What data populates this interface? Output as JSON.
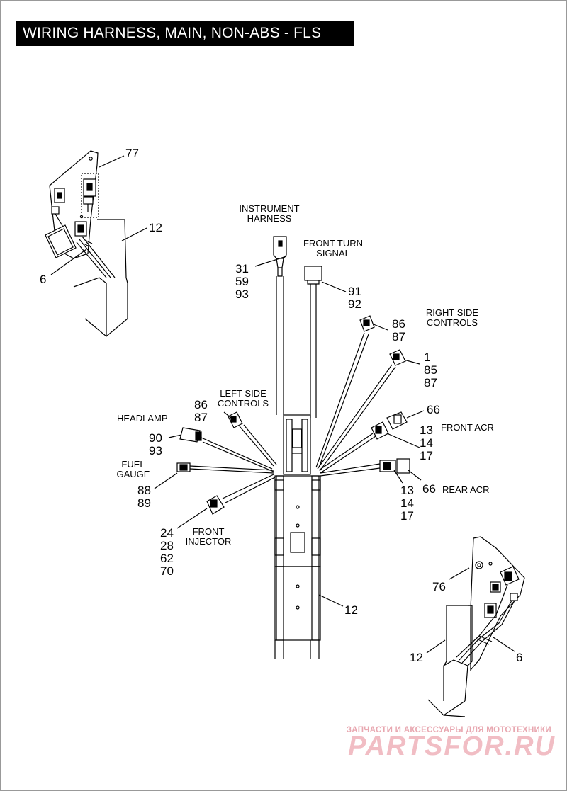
{
  "title": "WIRING HARNESS, MAIN, NON-ABS - FLS",
  "labels": {
    "instrument_harness_1": "INSTRUMENT",
    "instrument_harness_2": "HARNESS",
    "front_turn_1": "FRONT TURN",
    "front_turn_2": "SIGNAL",
    "right_side_1": "RIGHT SIDE",
    "right_side_2": "CONTROLS",
    "left_side_1": "LEFT SIDE",
    "left_side_2": "CONTROLS",
    "headlamp": "HEADLAMP",
    "fuel_gauge_1": "FUEL",
    "fuel_gauge_2": "GAUGE",
    "front_injector_1": "FRONT",
    "front_injector_2": "INJECTOR",
    "front_acr": "FRONT ACR",
    "rear_acr": "REAR ACR"
  },
  "callouts": {
    "c77": "77",
    "c12_top": "12",
    "c6_left": "6",
    "c31": "31",
    "c59": "59",
    "c93_a": "93",
    "c91": "91",
    "c92": "92",
    "c86_r": "86",
    "c87_r": "87",
    "c1": "1",
    "c85": "85",
    "c87_r2": "87",
    "c66_a": "66",
    "c13_a": "13",
    "c14_a": "14",
    "c17_a": "17",
    "c86_l": "86",
    "c87_l": "87",
    "c90": "90",
    "c93_b": "93",
    "c88": "88",
    "c89": "89",
    "c13_b": "13",
    "c14_b": "14",
    "c17_b": "17",
    "c66_b": "66",
    "c24": "24",
    "c28": "28",
    "c62": "62",
    "c70": "70",
    "c12_mid": "12",
    "c76": "76",
    "c12_br": "12",
    "c6_right": "6"
  },
  "watermark": {
    "line1": "ЗАПЧАСТИ И АКСЕССУАРЫ ДЛЯ МОТОТЕХНИКИ",
    "line2": "PARTSFOR.RU"
  },
  "colors": {
    "line": "#000000",
    "title_bg": "#000000",
    "title_fg": "#ffffff",
    "watermark": "#f1bdc4"
  }
}
